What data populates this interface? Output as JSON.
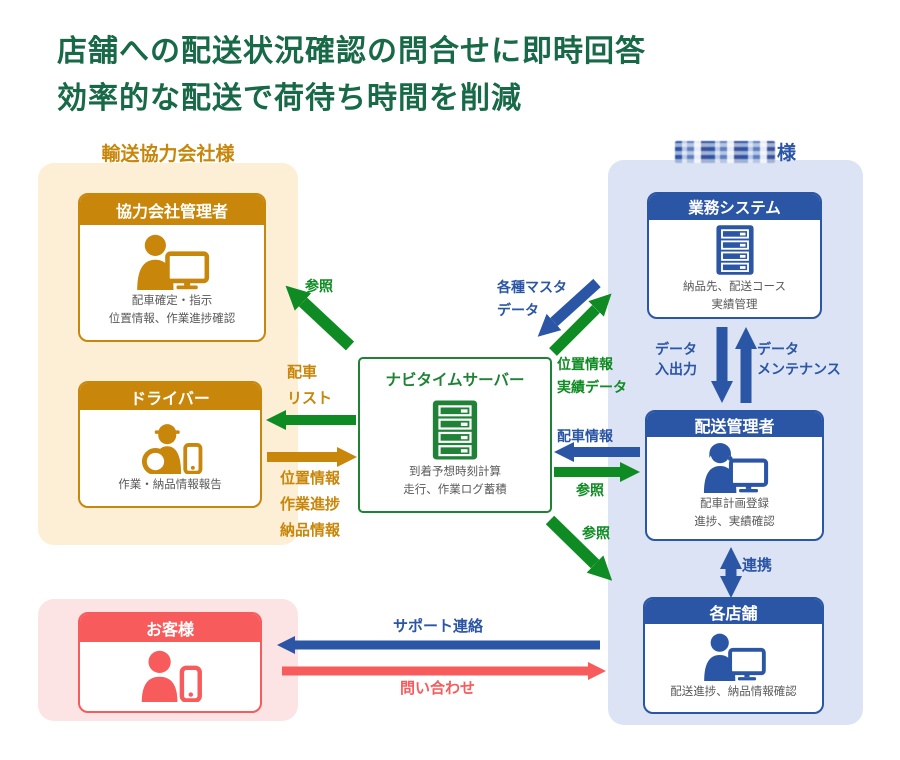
{
  "title": {
    "line1": "店舗への配送状況確認の問合せに即時回答",
    "line2": "効率的な配送で荷待ち時間を削減"
  },
  "transport_partner": {
    "label": "輸送協力会社様",
    "admin_card": {
      "header": "協力会社管理者",
      "caption": "配車確定・指示\n位置情報、作業進捗確認"
    },
    "driver_card": {
      "header": "ドライバー",
      "caption": "作業・納品情報報告"
    }
  },
  "customer": {
    "card": {
      "header": "お客様"
    }
  },
  "navitime_server": {
    "title": "ナビタイムサーバー",
    "caption": "到着予想時刻計算\n走行、作業ログ蓄積"
  },
  "client": {
    "label_suffix": "様",
    "business_system_card": {
      "header": "業務システム",
      "caption": "納品先、配送コース\n実績管理"
    },
    "delivery_manager_card": {
      "header": "配送管理者",
      "caption": "配車計画登録\n進捗、実績確認"
    },
    "stores_card": {
      "header": "各店舗",
      "caption": "配送進捗、納品情報確認"
    }
  },
  "arrow_labels": {
    "refer_admin": "参照",
    "dispatch_list": "配車\nリスト",
    "driver_upload": "位置情報\n作業進捗\n納品情報",
    "master_data": "各種マスタ\nデータ",
    "location_results": "位置情報\n実績データ",
    "data_io": "データ\n入出力",
    "data_maintenance": "データ\nメンテナンス",
    "dispatch_info": "配車情報",
    "refer_manager": "参照",
    "refer_stores": "参照",
    "renkei": "連携",
    "support": "サポート連絡",
    "inquiry": "問い合わせ"
  },
  "colors": {
    "title_green": "#186947",
    "arrow_green": "#0E8B22",
    "orange": "#C8860A",
    "blue": "#2B55A5",
    "red": "#F75B5B",
    "panel_orange": "#FCEFD5",
    "panel_blue": "#DBE3F4",
    "panel_pink": "#FCE4E4",
    "caption_gray": "#595959"
  }
}
